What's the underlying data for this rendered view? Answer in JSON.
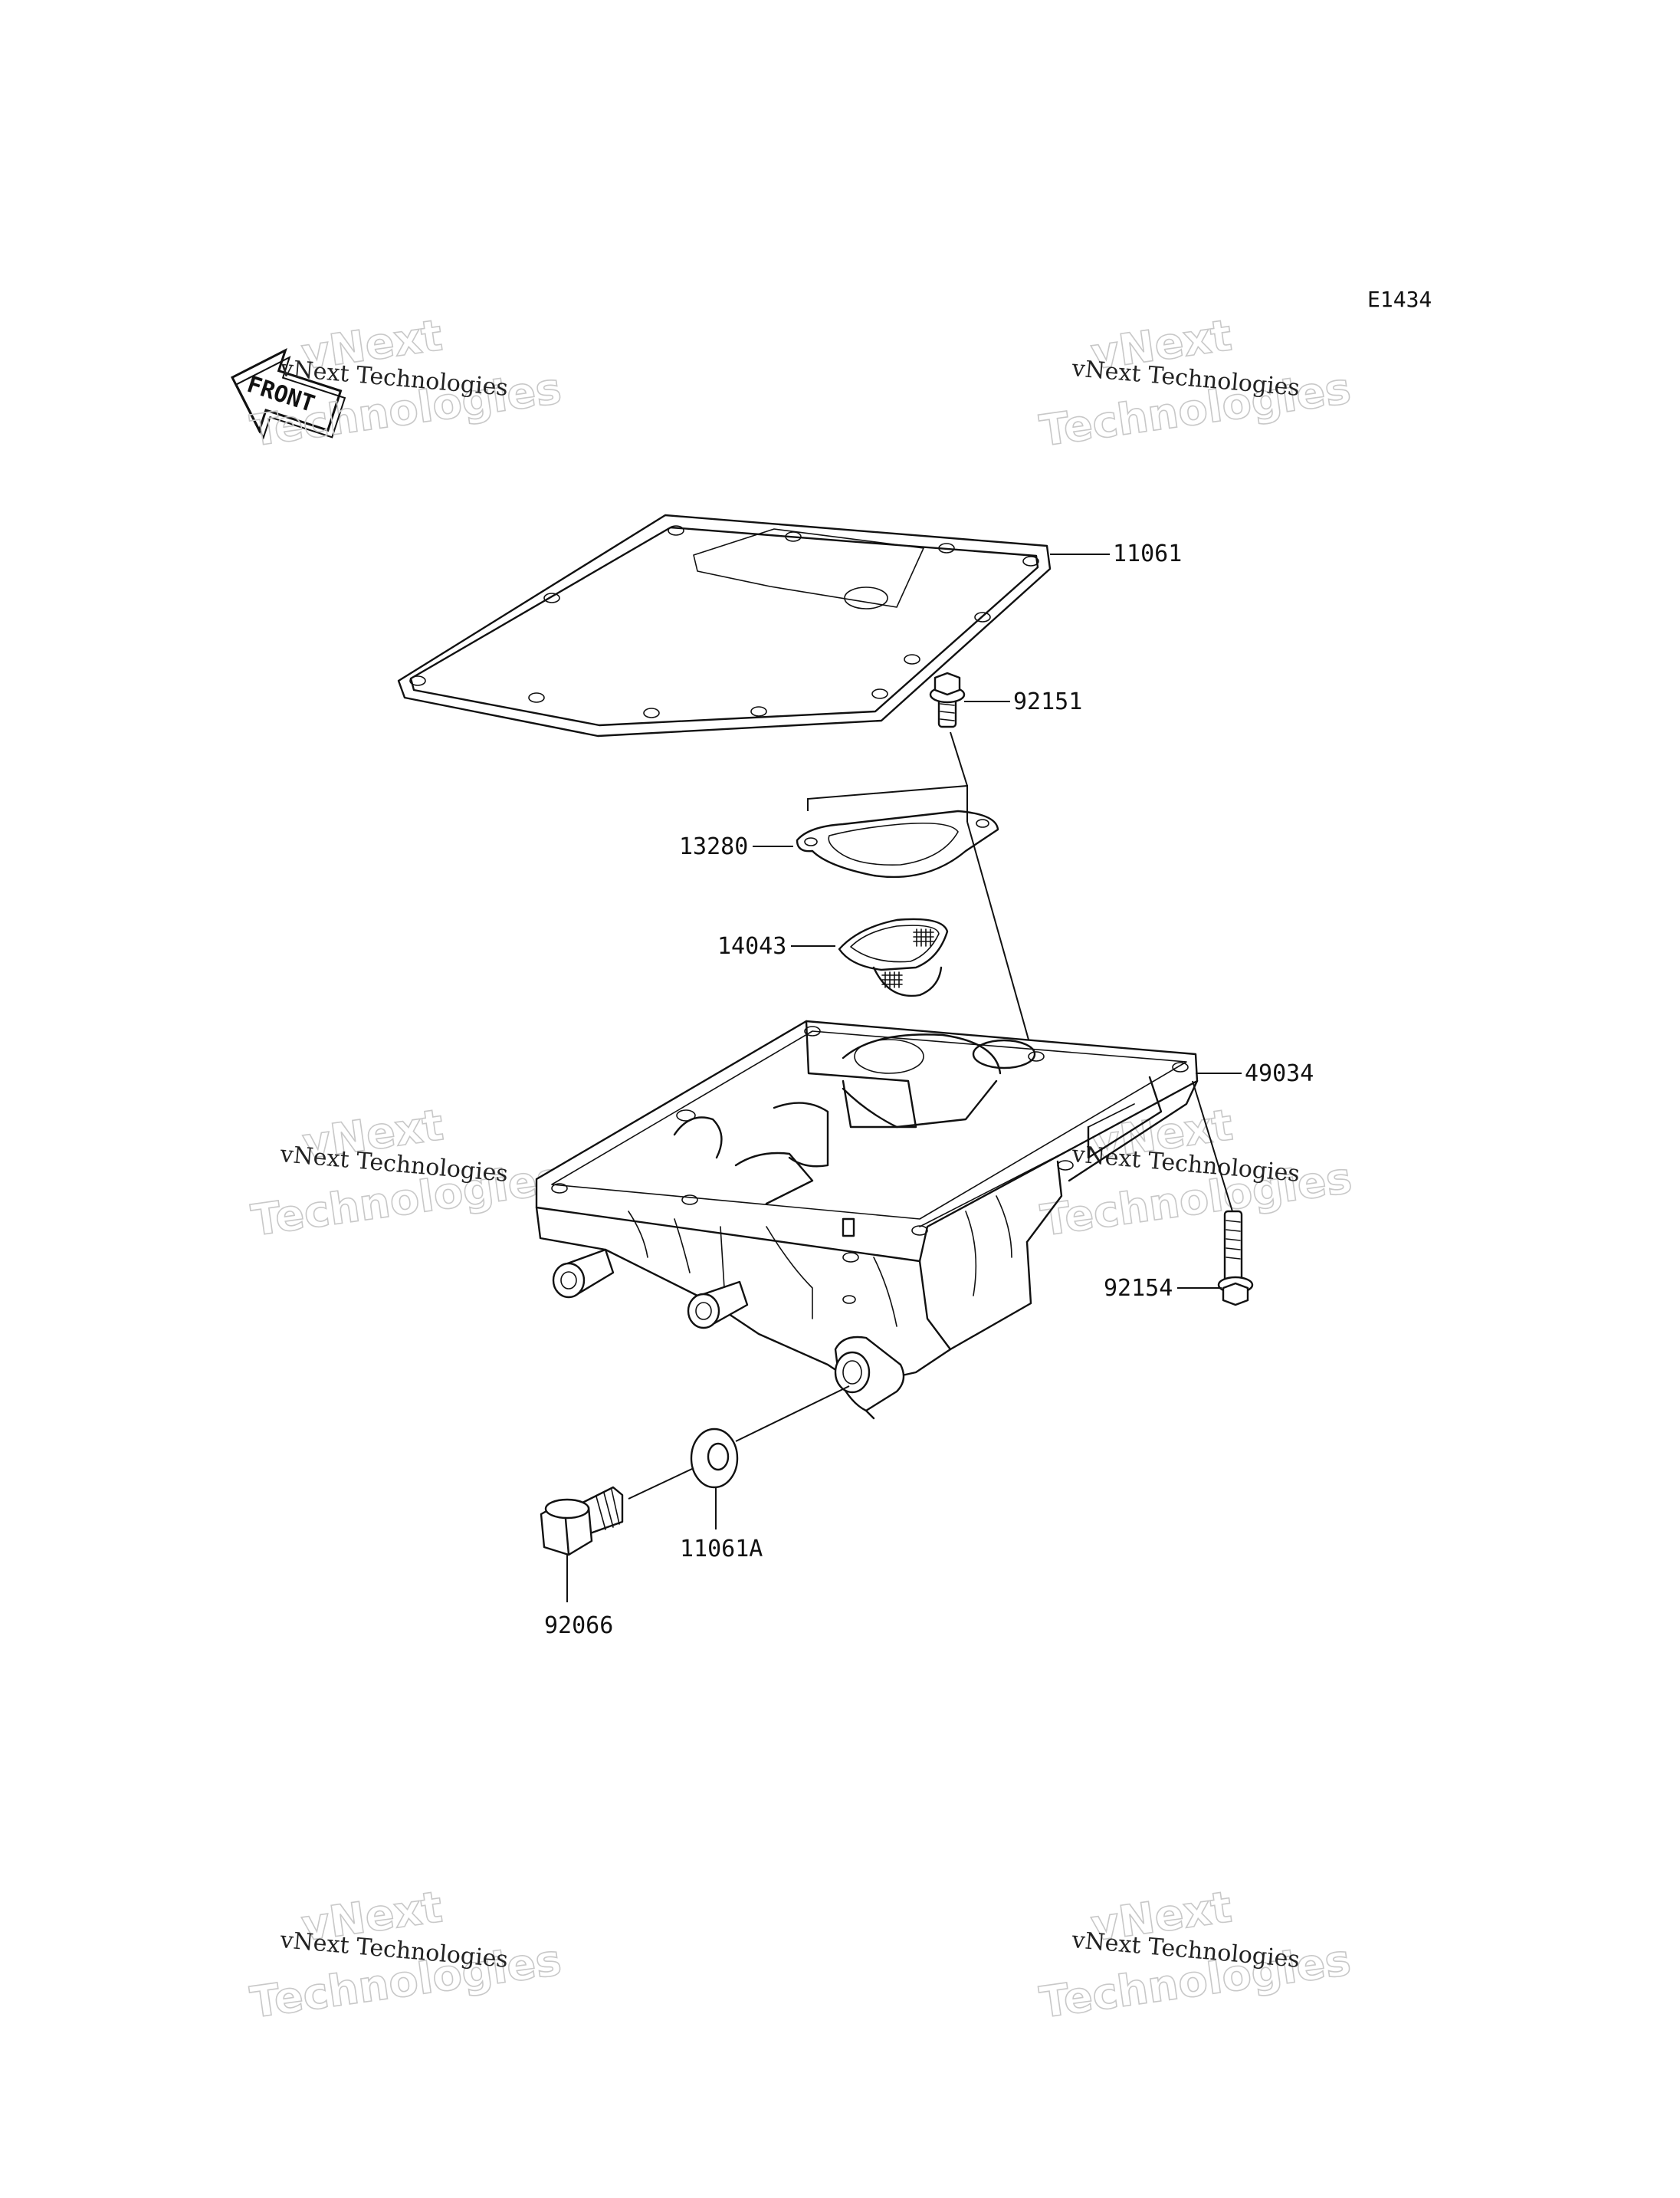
{
  "diagram_code": "E1434",
  "front_label": "FRONT",
  "parts": {
    "gasket": "11061",
    "flange_bolt_small": "92151",
    "strainer_gasket": "13280",
    "oil_screen": "14043",
    "oil_pan": "49034",
    "flange_bolt_long": "92154",
    "washer": "11061A",
    "drain_plug": "92066"
  },
  "watermark": {
    "line_small": "vNext Technologies",
    "line_large_1": "vNext",
    "line_large_2": "Technologies"
  },
  "colors": {
    "line": "#111111",
    "watermark": "#c8c8c8",
    "background": "#ffffff"
  }
}
